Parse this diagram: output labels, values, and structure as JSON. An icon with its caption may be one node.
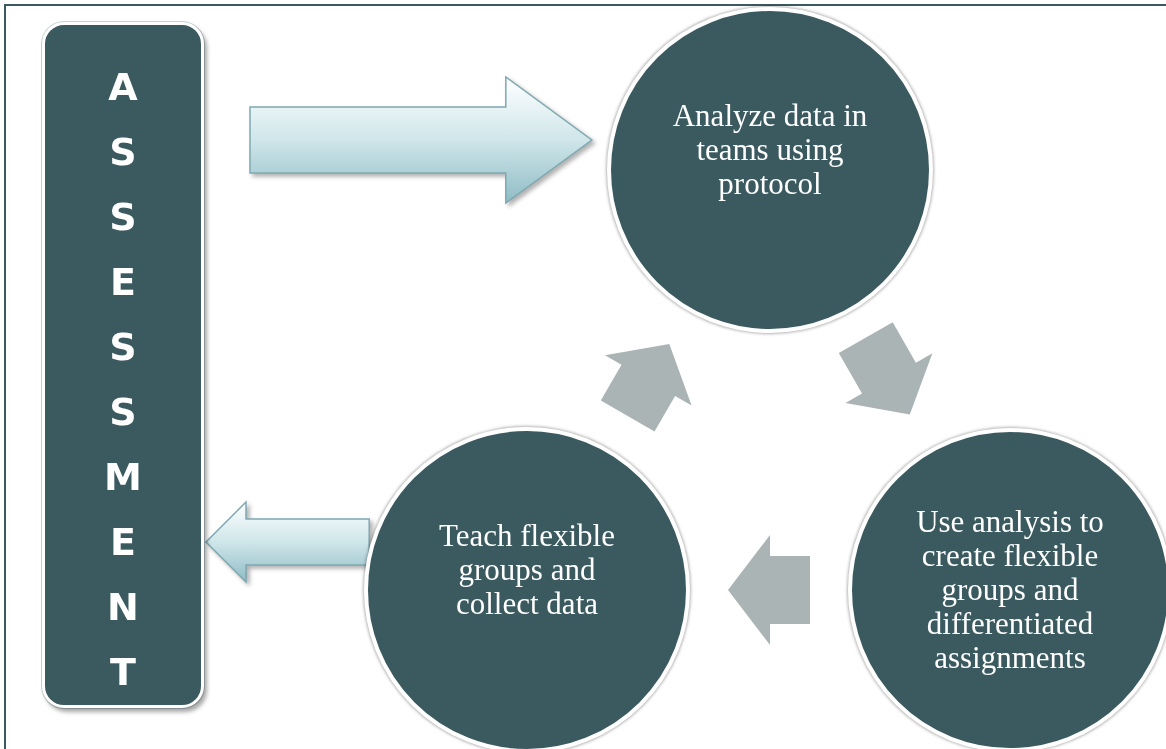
{
  "diagram": {
    "nodes": [
      {
        "text": [
          "ASSESSMENT"
        ]
      },
      {
        "text": [
          "Analyze data in teams using protocol"
        ]
      },
      {
        "text": [
          "Use analysis to create flexible groups and differentiated assignments"
        ]
      },
      {
        "text": [
          "Teach flexible groups and collect data"
        ]
      }
    ],
    "edges": [
      {
        "from": 0,
        "to": 1,
        "arrow": "to",
        "color": "#cfe6ea"
      },
      {
        "from": 1,
        "to": 2,
        "arrow": "to"
      },
      {
        "from": 2,
        "to": 3,
        "arrow": "to"
      },
      {
        "from": 3,
        "to": 1,
        "arrow": "to"
      },
      {
        "from": 3,
        "to": 0,
        "arrow": "to",
        "color": "#cfe6ea"
      }
    ]
  }
}
